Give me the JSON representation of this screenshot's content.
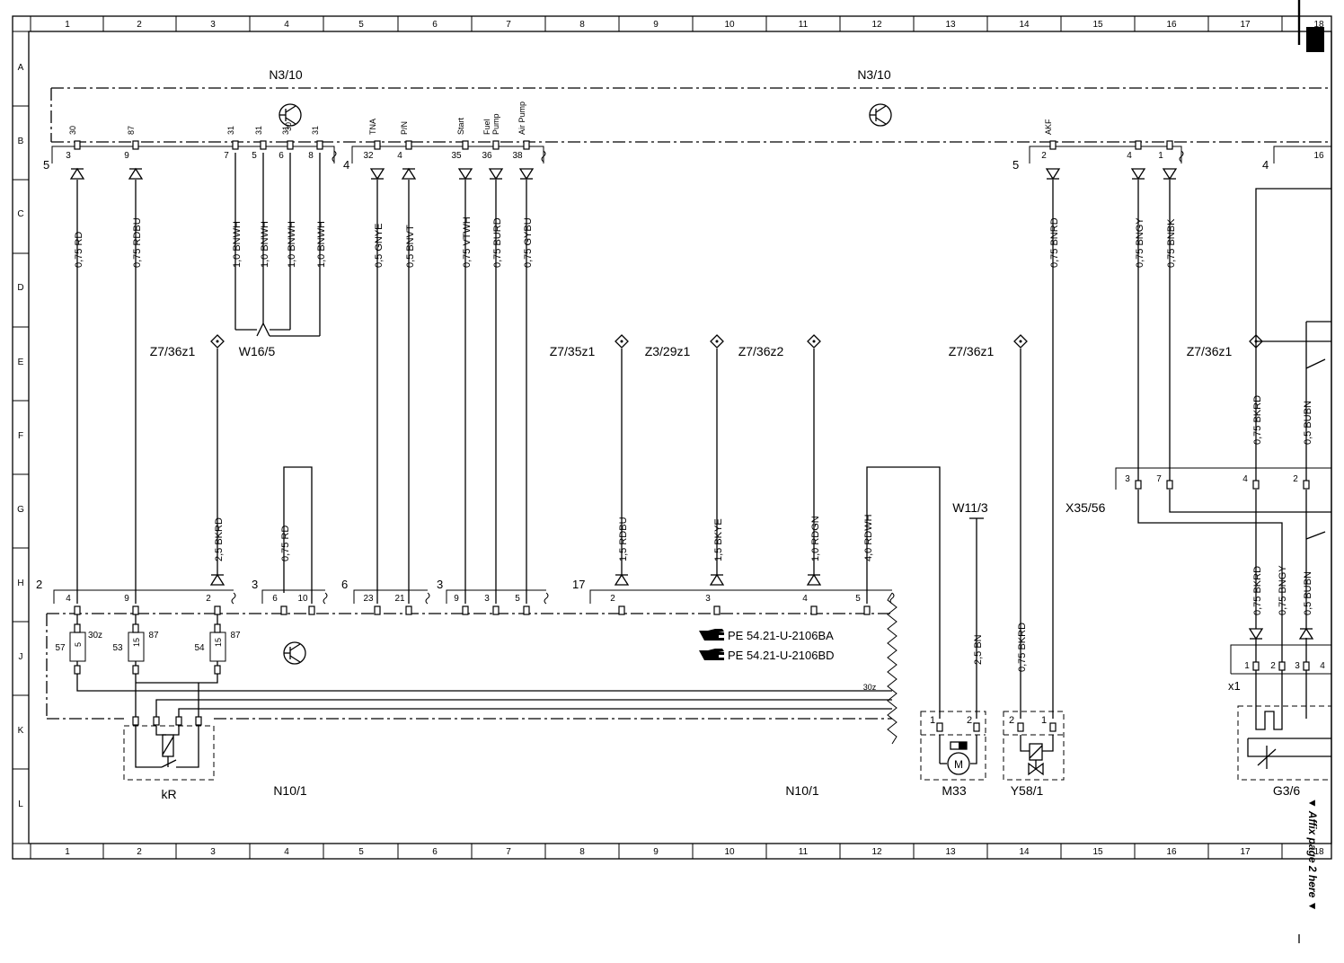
{
  "title": "",
  "grid": {
    "columns": [
      "1",
      "2",
      "3",
      "4",
      "5",
      "6",
      "7",
      "8",
      "9",
      "10",
      "11",
      "12",
      "13",
      "14",
      "15",
      "16",
      "17",
      "18"
    ],
    "rows": [
      "A",
      "B",
      "C",
      "D",
      "E",
      "F",
      "G",
      "H",
      "J",
      "K",
      "L"
    ]
  },
  "components": {
    "n3_10_left": "N3/10",
    "n3_10_right": "N3/10",
    "n10_1_left": "N10/1",
    "n10_1_right": "N10/1",
    "kr": "kR",
    "m33": "M33",
    "y58_1": "Y58/1",
    "g3_6": "G3/6",
    "w16_5": "W16/5",
    "w11_3": "W11/3",
    "x35_56": "X35/56",
    "x1": "x1"
  },
  "splices": [
    {
      "id": "s1",
      "label": "Z7/36z1"
    },
    {
      "id": "s2",
      "label": "Z7/35z1"
    },
    {
      "id": "s3",
      "label": "Z3/29z1"
    },
    {
      "id": "s4",
      "label": "Z7/36z2"
    },
    {
      "id": "s5",
      "label": "Z7/36z1"
    },
    {
      "id": "s6",
      "label": "Z7/36z1"
    }
  ],
  "top_connectors": [
    {
      "id": "c5",
      "label": "5"
    },
    {
      "id": "c4",
      "label": "4"
    },
    {
      "id": "c5b",
      "label": "5"
    },
    {
      "id": "c4b",
      "label": "4"
    }
  ],
  "top_pins": [
    {
      "id": "p30",
      "func": "30",
      "num": "3"
    },
    {
      "id": "p87",
      "func": "87",
      "num": "9"
    },
    {
      "id": "p31a",
      "func": "31",
      "num": "7"
    },
    {
      "id": "p31b",
      "func": "31",
      "num": "5"
    },
    {
      "id": "p31c",
      "func": "31",
      "num": "6"
    },
    {
      "id": "p31d",
      "func": "31",
      "num": "8"
    },
    {
      "id": "ptna",
      "func": "TNA",
      "num": "32"
    },
    {
      "id": "ppn",
      "func": "P/N",
      "num": "4"
    },
    {
      "id": "pstart",
      "func": "Start",
      "num": "35"
    },
    {
      "id": "pfuel",
      "func": "Fuel\nPump",
      "num": "36"
    },
    {
      "id": "pair",
      "func": "Air Pump",
      "num": "38"
    },
    {
      "id": "pakf",
      "func": "AKF",
      "num": "2"
    },
    {
      "id": "pr4",
      "func": "",
      "num": "4"
    },
    {
      "id": "pr1",
      "func": "",
      "num": "1"
    },
    {
      "id": "pr16",
      "func": "",
      "num": "16"
    }
  ],
  "top_pin_mid": "30",
  "wires_top": [
    {
      "id": "w1",
      "label": "0,75 RD"
    },
    {
      "id": "w2",
      "label": "0,75 RDBU"
    },
    {
      "id": "w3",
      "label": "1,0 BNWH"
    },
    {
      "id": "w4",
      "label": "1,0 BNWH"
    },
    {
      "id": "w5",
      "label": "1,0 BNWH"
    },
    {
      "id": "w6",
      "label": "1,0 BNWH"
    },
    {
      "id": "w7",
      "label": "0,5 GNYE"
    },
    {
      "id": "w8",
      "label": "0,5 BNVT"
    },
    {
      "id": "w9",
      "label": "0,75 VTWH"
    },
    {
      "id": "w10",
      "label": "0,75 BURD"
    },
    {
      "id": "w11",
      "label": "0,75 GYBU"
    },
    {
      "id": "w12",
      "label": "0,75 BNRD"
    },
    {
      "id": "w13",
      "label": "0,75 BNGY"
    },
    {
      "id": "w14",
      "label": "0,75 BNBK"
    }
  ],
  "wires_mid": [
    {
      "id": "m1",
      "label": "2,5 BKRD"
    },
    {
      "id": "m2",
      "label": "0,75 RD"
    },
    {
      "id": "m3",
      "label": "1,5 RDBU"
    },
    {
      "id": "m4",
      "label": "1,5 BKYE"
    },
    {
      "id": "m5",
      "label": "1,0 RDGN"
    },
    {
      "id": "m6",
      "label": "4,0 RDWH"
    },
    {
      "id": "m7",
      "label": "2,5 BN"
    },
    {
      "id": "m8",
      "label": "0,75 BKRD"
    },
    {
      "id": "m9",
      "label": "0,75 BKRD"
    },
    {
      "id": "m10",
      "label": "0,5 BUBN"
    },
    {
      "id": "m11",
      "label": "0,75 BKRD"
    },
    {
      "id": "m12",
      "label": "0,75 BNGY"
    },
    {
      "id": "m13",
      "label": "0,5 BUBN"
    }
  ],
  "n10_connectors": [
    {
      "id": "k2",
      "label": "2",
      "pins": [
        "4",
        "9",
        "2"
      ]
    },
    {
      "id": "k3a",
      "label": "3",
      "pins": [
        "6",
        "10"
      ]
    },
    {
      "id": "k6",
      "label": "6",
      "pins": [
        "23",
        "21"
      ]
    },
    {
      "id": "k3b",
      "label": "3",
      "pins": [
        "9",
        "3",
        "5"
      ]
    },
    {
      "id": "k17",
      "label": "17",
      "pins": [
        "2",
        "3",
        "4",
        "5"
      ]
    }
  ],
  "fuses": [
    {
      "id": "f57",
      "num": "57",
      "value": "5",
      "top": "30z"
    },
    {
      "id": "f53",
      "num": "53",
      "value": "15",
      "top": "87"
    },
    {
      "id": "f54",
      "num": "54",
      "value": "15",
      "top": "87"
    }
  ],
  "bus_label": "30z",
  "references": [
    "PE 54.21-U-2106BA",
    "PE 54.21-U-2106BD"
  ],
  "x35_pins": [
    "3",
    "7",
    "4",
    "2"
  ],
  "x1_pins": [
    "1",
    "2",
    "3",
    "4"
  ],
  "m33_pins": [
    "1",
    "2"
  ],
  "y58_pins": [
    "2",
    "1"
  ],
  "affix_note": "▼ Affix page 2 here ▼"
}
